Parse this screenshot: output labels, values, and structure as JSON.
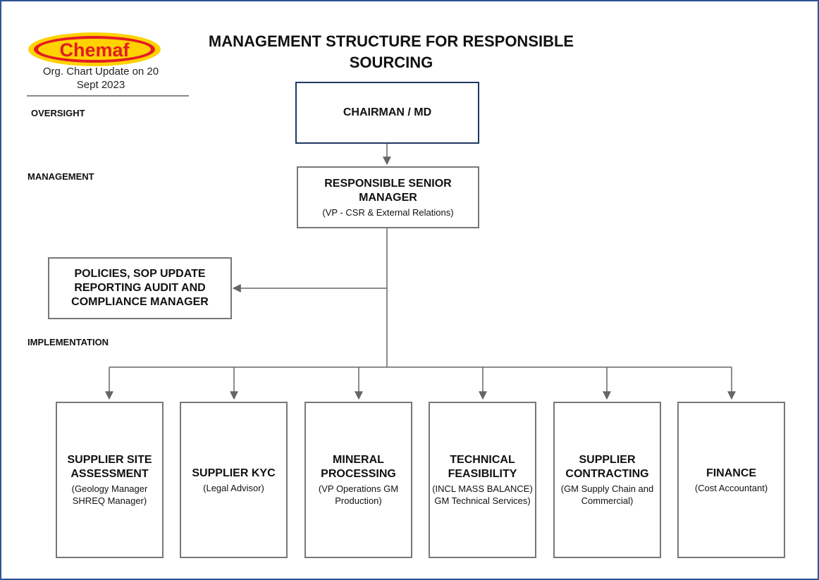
{
  "logo": {
    "brand": "Chemaf",
    "update_line1": "Org. Chart Update on 20",
    "update_line2": "Sept 2023"
  },
  "title": {
    "line1": "MANAGEMENT STRUCTURE FOR RESPONSIBLE",
    "line2": "SOURCING"
  },
  "levels": {
    "oversight": "OVERSIGHT",
    "management": "MANAGEMENT",
    "implementation": "IMPLEMENTATION"
  },
  "colors": {
    "brand_red": "#e31b23",
    "brand_yellow": "#ffd200",
    "frame_blue": "#2f5597",
    "chair_border": "#1f3864",
    "box_border": "#777777",
    "connector": "#666666"
  },
  "chairman": {
    "title": "CHAIRMAN / MD"
  },
  "senior_manager": {
    "title_line1": "RESPONSIBLE SENIOR",
    "title_line2": "MANAGER",
    "subtitle": "(VP - CSR & External Relations)"
  },
  "policies": {
    "line1": "POLICIES, SOP UPDATE",
    "line2": "REPORTING AUDIT AND",
    "line3": "COMPLIANCE MANAGER"
  },
  "units": [
    {
      "title_line1": "SUPPLIER SITE",
      "title_line2": "ASSESSMENT",
      "sub_line1": "(Geology Manager",
      "sub_line2": "SHREQ Manager)"
    },
    {
      "title_line1": "SUPPLIER KYC",
      "title_line2": "",
      "sub_line1": "(Legal Advisor)",
      "sub_line2": ""
    },
    {
      "title_line1": "MINERAL",
      "title_line2": "PROCESSING",
      "sub_line1": "(VP Operations GM",
      "sub_line2": "Production)"
    },
    {
      "title_line1": "TECHNICAL",
      "title_line2": "FEASIBILITY",
      "sub_line1": "(INCL MASS BALANCE)",
      "sub_line2": "GM Technical Services)"
    },
    {
      "title_line1": "SUPPLIER",
      "title_line2": "CONTRACTING",
      "sub_line1": "(GM Supply Chain and",
      "sub_line2": "Commercial)"
    },
    {
      "title_line1": "FINANCE",
      "title_line2": "",
      "sub_line1": "(Cost Accountant)",
      "sub_line2": ""
    }
  ]
}
